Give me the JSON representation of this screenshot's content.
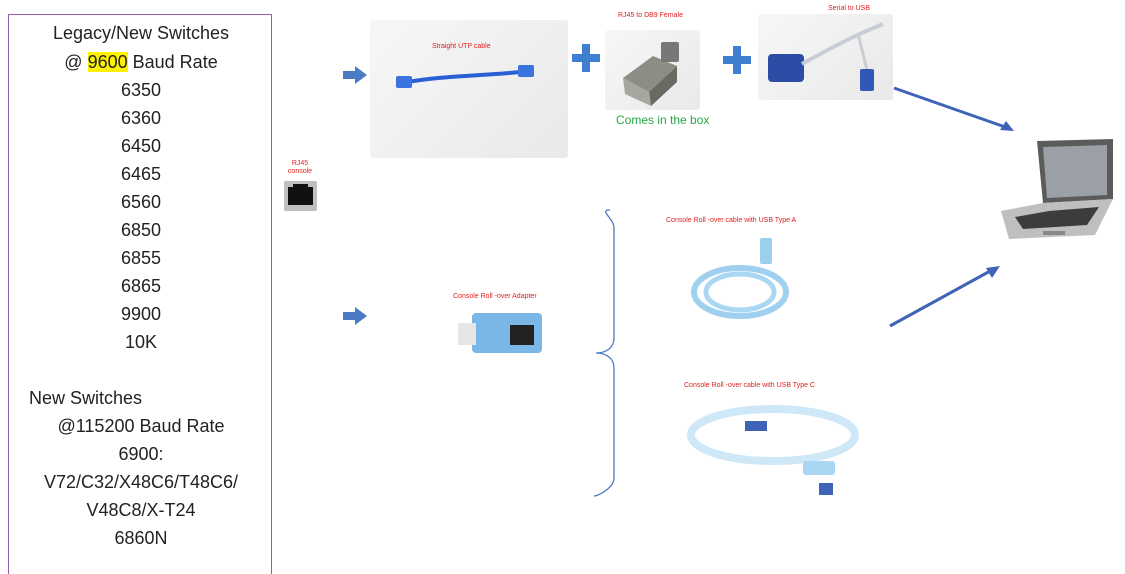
{
  "left_panel": {
    "legacy_title": "Legacy/New Switches",
    "legacy_baud_prefix": "@",
    "legacy_baud_value": "9600",
    "legacy_baud_suffix": "Baud Rate",
    "legacy_models": [
      "6350",
      "6360",
      "6450",
      "6465",
      "6560",
      "6850",
      "6855",
      "6865",
      "9900",
      "10K"
    ],
    "new_title": "New Switches",
    "new_baud": "@115200 Baud Rate",
    "new_models": [
      "6900:",
      "V72/C32/X48C6/T48C6/",
      "V48C8/X-T24",
      "6860N"
    ]
  },
  "rj45_label_line1": "RJ45",
  "rj45_label_line2": "console",
  "top_path": {
    "straight_cable_label": "Straight UTP cable",
    "rj45_db9_label": "RJ45 to DB9 Female",
    "serial_usb_label": "Serial to USB",
    "box_note": "Comes in the box"
  },
  "bottom_path": {
    "adapter_label": "Console Roll    -over Adapter",
    "usb_a_label": "Console Roll    -over cable with USB Type A",
    "usb_c_label": "Console Roll    -over cable with USB Type C"
  },
  "colors": {
    "arrow_blue": "#4a7bc4",
    "plus_blue": "#3f7fd1",
    "label_red": "#e02020",
    "note_green": "#28a745",
    "highlight": "#fff200",
    "panel_border": "#9b59b6"
  }
}
